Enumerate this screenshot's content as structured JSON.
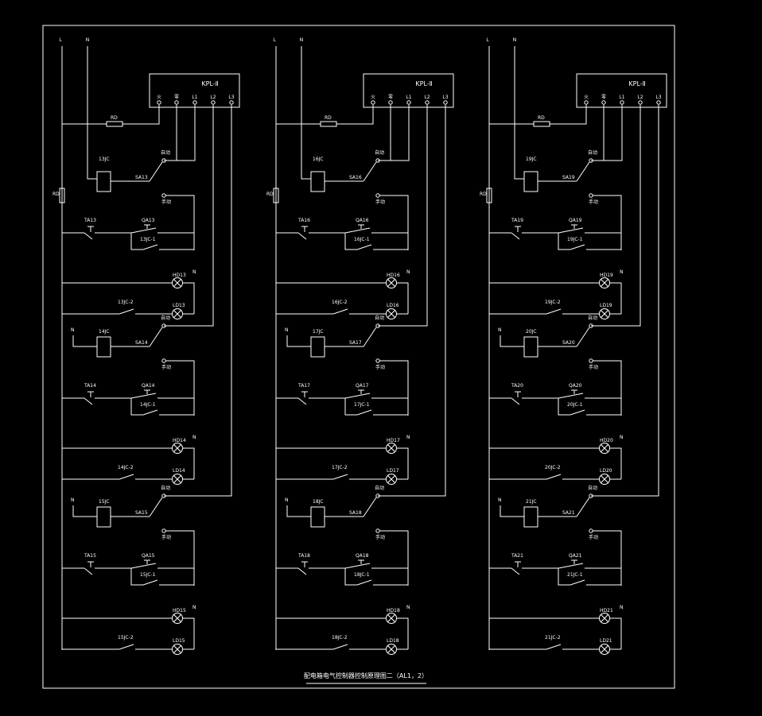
{
  "drawing": {
    "title": "配电箱电气控制器控制原理图二（AL1，2）",
    "colors": {
      "background": "#000000",
      "line": "#ffffff"
    }
  },
  "panels": [
    {
      "controller": "KPL-Ⅱ",
      "term_labels": [
        "火",
        "零",
        "L1",
        "L2",
        "L3"
      ],
      "rd": "RD",
      "rows": [
        {
          "relay": "13JC",
          "sa": "SA13",
          "auto": "自动",
          "manual": "手动",
          "ta": "TA13",
          "qa": "QA13",
          "contact": "13JC-1",
          "hd": "HD13",
          "nc": "13JC-2",
          "ld": "LD13"
        },
        {
          "relay": "14JC",
          "sa": "SA14",
          "auto": "自动",
          "manual": "手动",
          "ta": "TA14",
          "qa": "QA14",
          "contact": "14JC-1",
          "hd": "HD14",
          "nc": "14JC-2",
          "ld": "LD14"
        },
        {
          "relay": "15JC",
          "sa": "SA15",
          "auto": "自动",
          "manual": "手动",
          "ta": "TA15",
          "qa": "QA15",
          "contact": "15JC-1",
          "hd": "HD15",
          "nc": "15JC-2",
          "ld": "LD15"
        }
      ]
    },
    {
      "controller": "KPL-Ⅱ",
      "term_labels": [
        "火",
        "零",
        "L1",
        "L2",
        "L3"
      ],
      "rd": "RD",
      "rows": [
        {
          "relay": "16JC",
          "sa": "SA16",
          "auto": "自动",
          "manual": "手动",
          "ta": "TA16",
          "qa": "QA16",
          "contact": "16JC-1",
          "hd": "HD16",
          "nc": "16JC-2",
          "ld": "LD16"
        },
        {
          "relay": "17JC",
          "sa": "SA17",
          "auto": "自动",
          "manual": "手动",
          "ta": "TA17",
          "qa": "QA17",
          "contact": "17JC-1",
          "hd": "HD17",
          "nc": "17JC-2",
          "ld": "LD17"
        },
        {
          "relay": "18JC",
          "sa": "SA18",
          "auto": "自动",
          "manual": "手动",
          "ta": "TA18",
          "qa": "QA18",
          "contact": "18JC-1",
          "hd": "HD18",
          "nc": "18JC-2",
          "ld": "LD18"
        }
      ]
    },
    {
      "controller": "KPL-Ⅱ",
      "term_labels": [
        "火",
        "零",
        "L1",
        "L2",
        "L3"
      ],
      "rd": "RD",
      "rows": [
        {
          "relay": "19JC",
          "sa": "SA19",
          "auto": "自动",
          "manual": "手动",
          "ta": "TA19",
          "qa": "QA19",
          "contact": "19JC-1",
          "hd": "HD19",
          "nc": "19JC-2",
          "ld": "LD19"
        },
        {
          "relay": "20JC",
          "sa": "SA20",
          "auto": "自动",
          "manual": "手动",
          "ta": "TA20",
          "qa": "QA20",
          "contact": "20JC-1",
          "hd": "HD20",
          "nc": "20JC-2",
          "ld": "LD20"
        },
        {
          "relay": "21JC",
          "sa": "SA21",
          "auto": "自动",
          "manual": "手动",
          "ta": "TA21",
          "qa": "QA21",
          "contact": "21JC-1",
          "hd": "HD21",
          "nc": "21JC-2",
          "ld": "LD21"
        }
      ]
    }
  ],
  "bus_labels": {
    "L": "L",
    "N": "N"
  }
}
